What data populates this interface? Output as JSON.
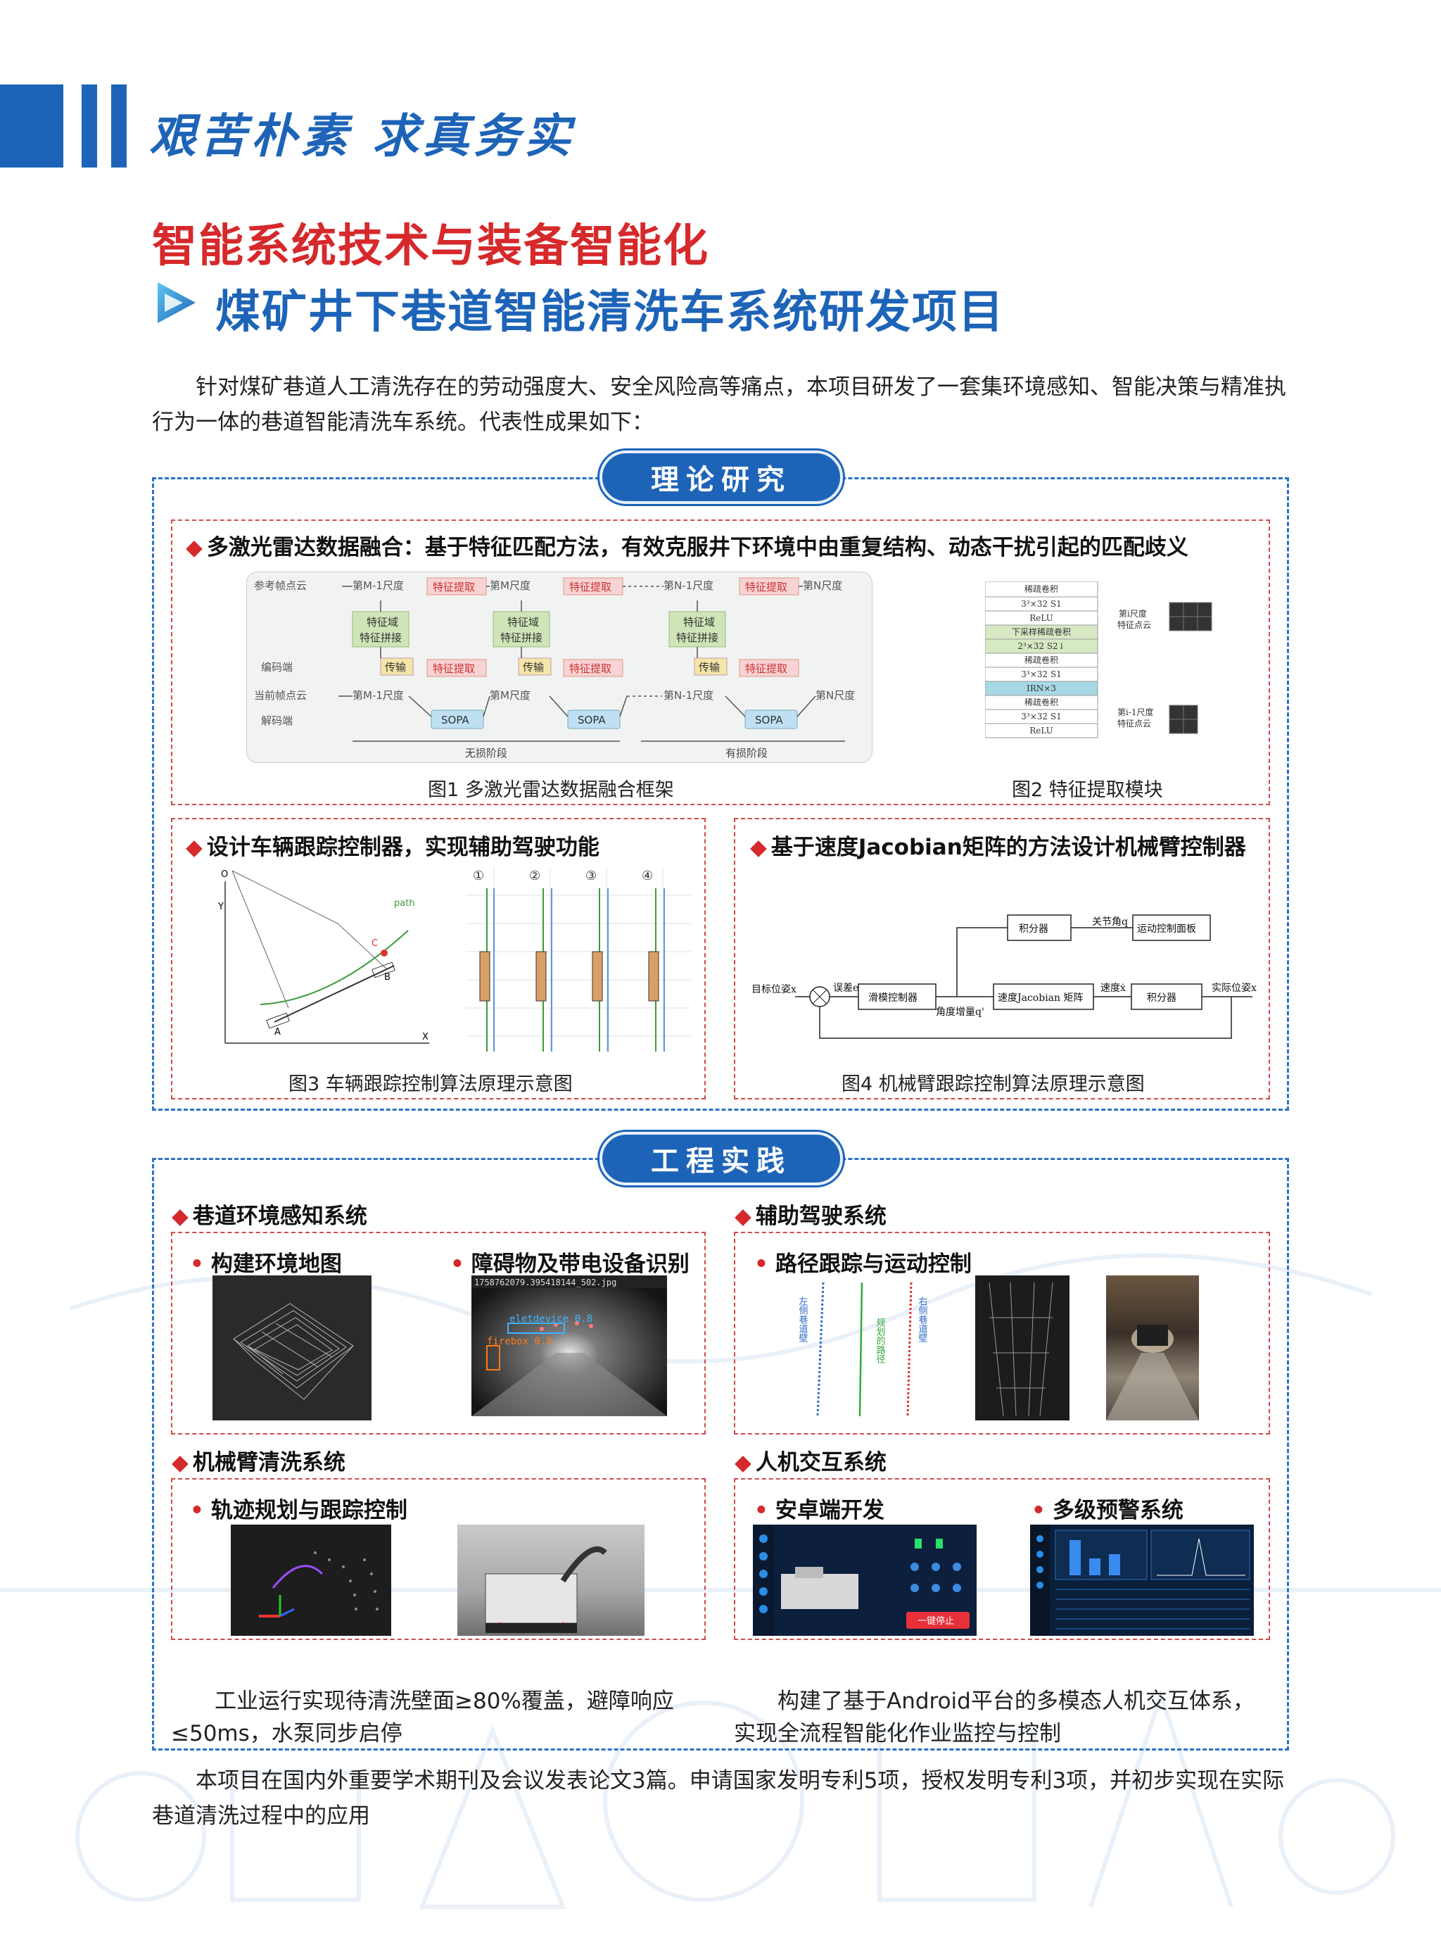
{
  "header": {
    "motto": "艰苦朴素  求真务实"
  },
  "title": {
    "main": "智能系统技术与装备智能化",
    "sub": "煤矿井下巷道智能清洗车系统研发项目"
  },
  "intro": "针对煤矿巷道人工清洗存在的劳动强度大、安全风险高等痛点，本项目研发了一套集环境感知、智能决策与精准执行为一体的巷道智能清洗车系统。代表性成果如下：",
  "theory": {
    "pill": "理论研究",
    "fusion": {
      "head": "多激光雷达数据融合：基于特征匹配方法，有效克服井下环境中由重复结构、动态干扰引起的匹配歧义",
      "fig1_caption": "图1 多激光雷达数据融合框架",
      "fig2_caption": "图2 特征提取模块",
      "fig1_labels": {
        "ref_cloud": "参考帧点云",
        "encoder": "编码端",
        "cur_cloud": "当前帧点云",
        "decoder": "解码端",
        "scale_m1": "第M-1尺度",
        "scale_m": "第M尺度",
        "scale_n1": "第N-1尺度",
        "scale_n": "第N尺度",
        "feat_extract": "特征提取",
        "feat_domain": "特征域",
        "feat_concat": "特征拼接",
        "transfer": "传输",
        "sopa": "SOPA",
        "lossless": "无损阶段",
        "lossy": "有损阶段"
      },
      "fig2_labels": {
        "conv1": "稀疏卷积",
        "conv1_k": "3³×32 S1",
        "relu1": "ReLU",
        "down": "下采样稀疏卷积",
        "down_k": "2³×32 S2↓",
        "conv2": "稀疏卷积",
        "conv2_k": "3³×32 S1",
        "irn": "IRN×3",
        "conv3": "稀疏卷积",
        "conv3_k": "3³×32 S1",
        "relu2": "ReLU",
        "out_i": "第i尺度",
        "out_i_sub": "特征点云",
        "out_i1": "第i-1尺度",
        "out_i1_sub": "特征点云"
      }
    },
    "tracking": {
      "head": "设计车辆跟踪控制器，实现辅助驾驶功能",
      "fig3_caption": "图3 车辆跟踪控制算法原理示意图",
      "steps": [
        "①",
        "②",
        "③",
        "④"
      ],
      "labels": {
        "o": "O",
        "y": "Y",
        "x": "X",
        "a": "A",
        "b": "B",
        "c": "C",
        "path": "path"
      }
    },
    "jacobian": {
      "head": "基于速度Jacobian矩阵的方法设计机械臂控制器",
      "fig4_caption": "图4 机械臂跟踪控制算法原理示意图",
      "blocks": {
        "integrator_top": "积分器",
        "joint_angle": "关节角q",
        "motion_board": "运动控制面板",
        "target": "目标位姿x",
        "error": "误差e",
        "sliding": "滑模控制器",
        "angle_inc": "角度增量q'",
        "vel_jacobian": "速度Jacobian 矩阵",
        "velocity": "速度ẋ",
        "integrator": "积分器",
        "actual": "实际位姿x"
      }
    }
  },
  "practice": {
    "pill": "工程实践",
    "perception": {
      "head": "巷道环境感知系统",
      "b1": "构建环境地图",
      "b2": "障碍物及带电设备识别",
      "detect_file": "1758762079.395418144_502.jpg",
      "detect_label1": "eletdevice 0.8",
      "detect_label2": "firebox 0.8"
    },
    "driving": {
      "head": "辅助驾驶系统",
      "b1": "路径跟踪与运动控制",
      "left_wall": "左侧巷道壁",
      "planned": "规划的路径",
      "right_wall": "右侧巷道壁"
    },
    "arm": {
      "head": "机械臂清洗系统",
      "b1": "轨迹规划与跟踪控制",
      "text": "工业运行实现待清洗壁面≥80%覆盖，避障响应≤50ms，水泵同步启停"
    },
    "hmi": {
      "head": "人机交互系统",
      "b1": "安卓端开发",
      "b2": "多级预警系统",
      "stop_button": "一键停止",
      "text": "构建了基于Android平台的多模态人机交互体系，实现全流程智能化作业监控与控制"
    }
  },
  "outro": "本项目在国内外重要学术期刊及会议发表论文3篇。申请国家发明专利5项，授权发明专利3项，并初步实现在实际巷道清洗过程中的应用",
  "colors": {
    "blue": "#1d64b8",
    "red": "#d6292b",
    "dashed_red": "#d24a4a"
  }
}
